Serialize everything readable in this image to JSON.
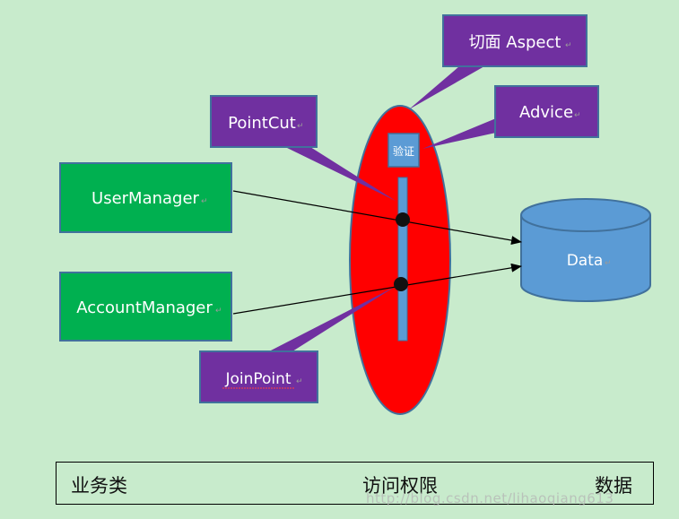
{
  "colors": {
    "background": "#c8ebcc",
    "manager_box": "#00b050",
    "callout": "#7030a0",
    "oval": "#ff0000",
    "inner_bar": "#5b9bd5",
    "database": "#5b9bd5"
  },
  "labels": {
    "aspect": "切面 Aspect",
    "advice": "Advice",
    "pointcut": "PointCut",
    "joinpoint": "JoinPoint",
    "user_manager": "UserManager",
    "account_manager": "AccountManager",
    "validation": "验证",
    "data": "Data"
  },
  "bottom_bar": {
    "left": "业务类",
    "middle": "访问权限",
    "right": "数据"
  },
  "watermark": "http://blog.csdn.net/lihaoqiang613"
}
